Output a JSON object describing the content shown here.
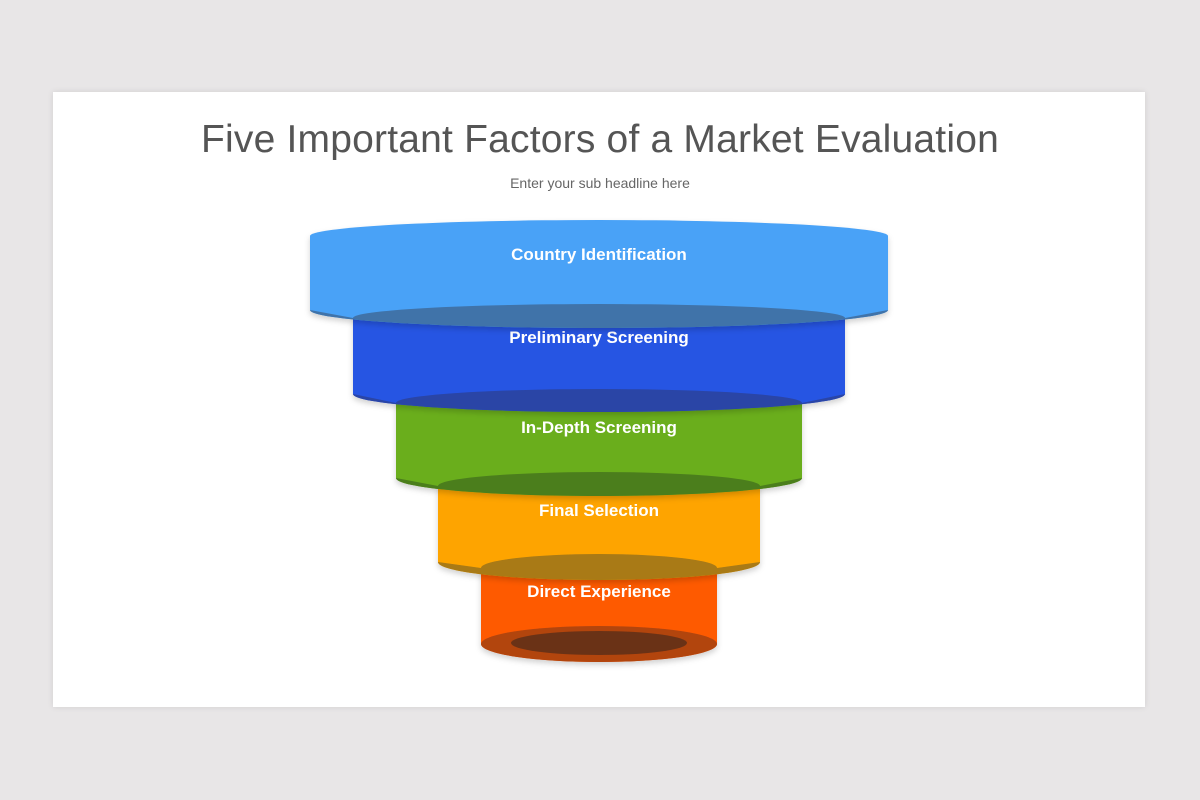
{
  "slide": {
    "title": "Five Important Factors of a Market Evaluation",
    "subtitle": "Enter your sub headline here"
  },
  "funnel": {
    "stages": [
      {
        "label": "Country Identification",
        "color": "#4aa2f7",
        "shade": "#3f73a9"
      },
      {
        "label": "Preliminary Screening",
        "color": "#2755e3",
        "shade": "#2a44a6"
      },
      {
        "label": "In-Depth Screening",
        "color": "#6aae1c",
        "shade": "#4b7e1d"
      },
      {
        "label": "Final Selection",
        "color": "#fea405",
        "shade": "#a97a12"
      },
      {
        "label": "Direct Experience",
        "color": "#fe5a05",
        "shade": "#b2440e"
      }
    ],
    "hole_color": "#6b3214"
  }
}
